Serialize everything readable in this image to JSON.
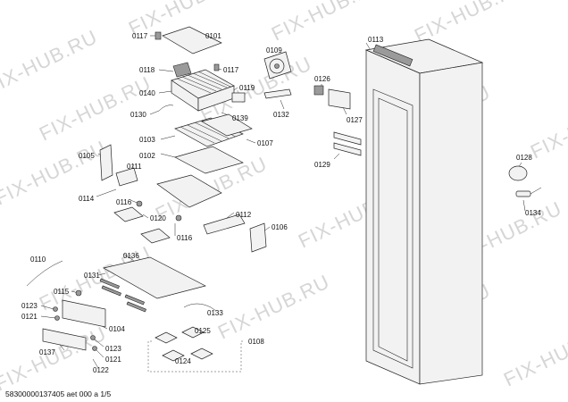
{
  "watermark": "FIX-HUB.RU",
  "footer": "58300000137405 aet 000 a 1/5",
  "labels": {
    "p0101": "0101",
    "p0102": "0102",
    "p0103": "0103",
    "p0104": "0104",
    "p0105": "0105",
    "p0106": "0106",
    "p0107": "0107",
    "p0108": "0108",
    "p0109": "0109",
    "p0110": "0110",
    "p0111": "0111",
    "p0112": "0112",
    "p0113": "0113",
    "p0114": "0114",
    "p0115": "0115",
    "p0116a": "0116",
    "p0116b": "0116",
    "p0117a": "0117",
    "p0117b": "0117",
    "p0118": "0118",
    "p0119": "0119",
    "p0120": "0120",
    "p0121a": "0121",
    "p0121b": "0121",
    "p0122": "0122",
    "p0123a": "0123",
    "p0123b": "0123",
    "p0124": "0124",
    "p0125": "0125",
    "p0126": "0126",
    "p0127": "0127",
    "p0128": "0128",
    "p0129": "0129",
    "p0130": "0130",
    "p0131": "0131",
    "p0132": "0132",
    "p0133": "0133",
    "p0134": "0134",
    "p0136": "0136",
    "p0137": "0137",
    "p0139": "0139",
    "p0140": "0140"
  }
}
